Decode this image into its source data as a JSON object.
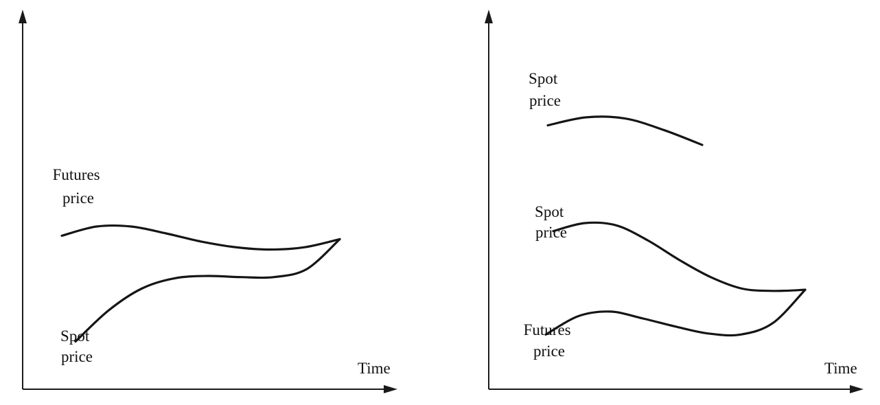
{
  "chart_data": [
    {
      "type": "line",
      "xlabel": "Time",
      "ylabel": "",
      "series": [
        {
          "name": "Futures price",
          "x": [
            0,
            1,
            2,
            3,
            4,
            5,
            6,
            7,
            8
          ],
          "values": [
            5.6,
            6.0,
            6.0,
            5.7,
            5.35,
            5.1,
            5.0,
            5.1,
            5.45
          ]
        },
        {
          "name": "Spot price",
          "x": [
            0,
            1,
            2,
            3,
            4,
            5,
            6,
            7,
            8
          ],
          "values": [
            1.0,
            2.35,
            3.3,
            3.75,
            3.85,
            3.8,
            3.8,
            4.15,
            5.45
          ]
        }
      ]
    },
    {
      "type": "line",
      "xlabel": "Time",
      "ylabel": "",
      "series": [
        {
          "name": "Spot price",
          "x": [
            0,
            1,
            2,
            3,
            4
          ],
          "values": [
            10.4,
            10.75,
            10.7,
            10.2,
            9.55
          ]
        },
        {
          "name": "Spot price",
          "x": [
            0,
            1,
            2,
            3,
            4,
            5,
            6,
            7,
            8
          ],
          "values": [
            5.8,
            6.15,
            6.05,
            5.4,
            4.55,
            3.8,
            3.3,
            3.2,
            3.25
          ]
        },
        {
          "name": "Futures price",
          "x": [
            0,
            1,
            2,
            3,
            4,
            5,
            6,
            7,
            8
          ],
          "values": [
            1.3,
            2.1,
            2.3,
            2.0,
            1.65,
            1.35,
            1.3,
            1.8,
            3.25
          ]
        }
      ]
    }
  ]
}
